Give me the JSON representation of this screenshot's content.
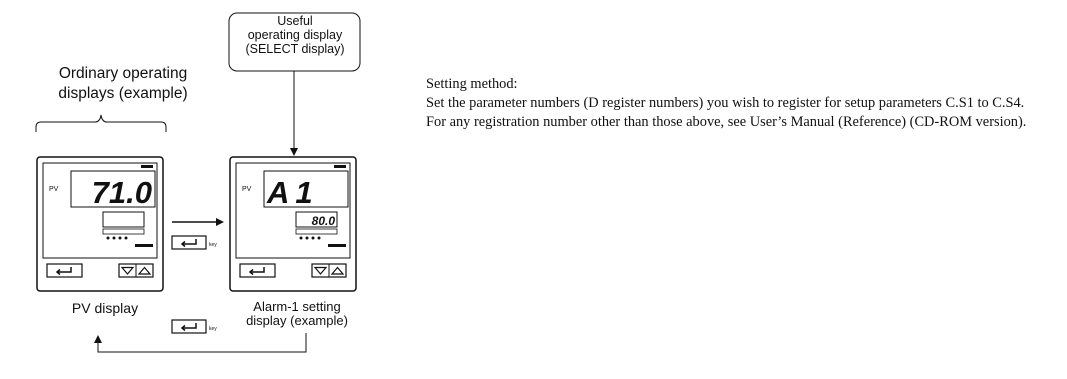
{
  "diagram": {
    "ordinary_label": [
      "Ordinary operating",
      "displays (example)"
    ],
    "callout_label": [
      "Useful",
      "operating display",
      "(SELECT display)"
    ],
    "pv_caption": "PV display",
    "alarm_caption": [
      "Alarm-1 setting",
      "display (example)"
    ],
    "key_label": "key",
    "panel_left": {
      "pv_label": "PV",
      "main_value": "71.0",
      "sub_value": ""
    },
    "panel_right": {
      "pv_label": "PV",
      "main_value": "A1",
      "sub_value": "80.0"
    }
  },
  "setting_method": {
    "heading": "Setting method:",
    "paragraph_1": "Set the parameter numbers (D register numbers) you wish to register for setup parameters C.S1 to C.S4.",
    "paragraph_2": "For any registration number other than those above, see User’s Manual (Reference) (CD-ROM version)."
  },
  "colors": {
    "line": "#111111",
    "background": "#ffffff"
  }
}
